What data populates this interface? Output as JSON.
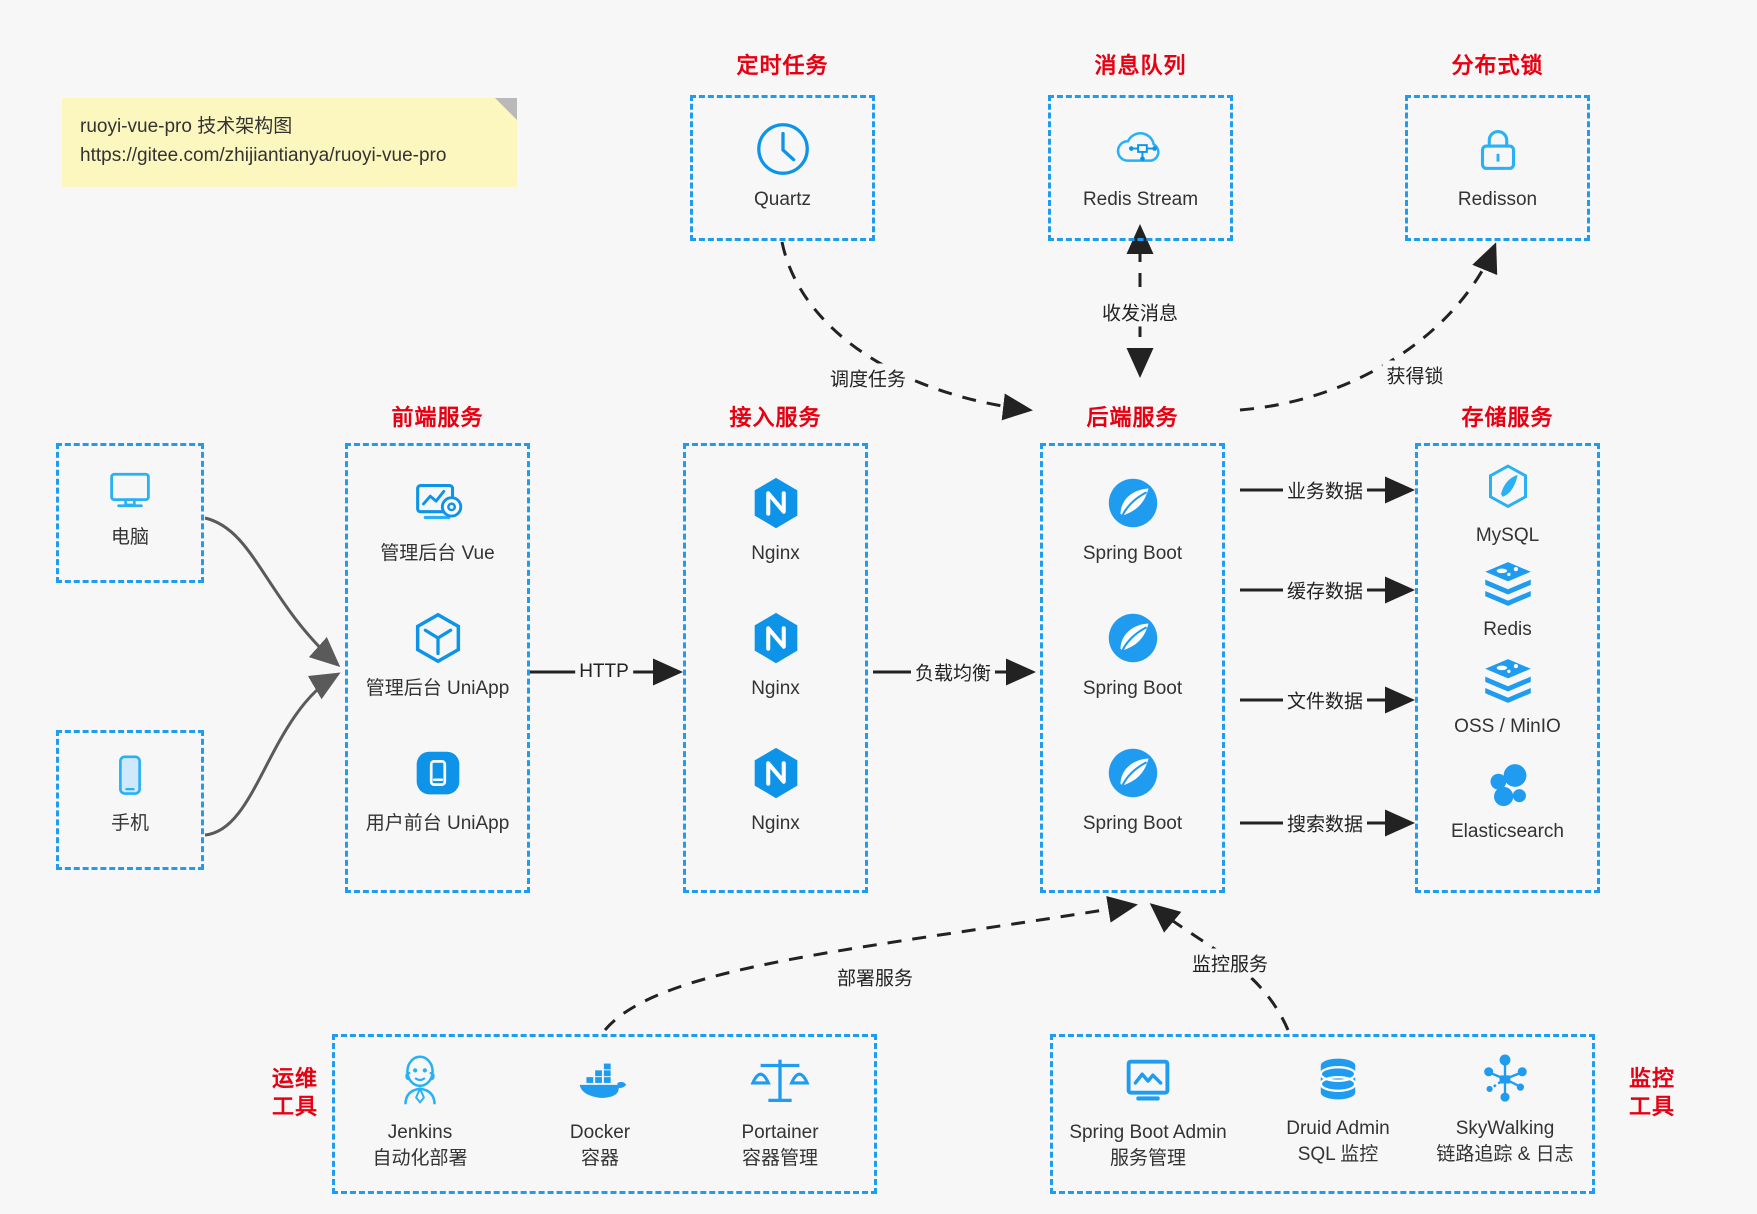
{
  "note": {
    "line1": "ruoyi-vue-pro 技术架构图",
    "line2": "https://gitee.com/zhijiantianya/ruoyi-vue-pro"
  },
  "colors": {
    "accent_blue": "#1f9cf0",
    "icon_blue": "#0d94e8",
    "title_red": "#e60012",
    "background": "#f7f7f7",
    "note_yellow": "#fcf7bf",
    "edge_gray": "#5a5a5a",
    "edge_black": "#222222"
  },
  "groups": {
    "scheduler": {
      "title": "定时任务",
      "nodes": [
        {
          "label": "Quartz",
          "icon": "clock-icon"
        }
      ]
    },
    "mq": {
      "title": "消息队列",
      "nodes": [
        {
          "label": "Redis Stream",
          "icon": "cloud-network-icon"
        }
      ]
    },
    "lock": {
      "title": "分布式锁",
      "nodes": [
        {
          "label": "Redisson",
          "icon": "lock-icon"
        }
      ]
    },
    "clients": {
      "nodes": [
        {
          "label": "电脑",
          "icon": "desktop-icon"
        },
        {
          "label": "手机",
          "icon": "mobile-icon"
        }
      ]
    },
    "frontend": {
      "title": "前端服务",
      "nodes": [
        {
          "label": "管理后台 Vue",
          "icon": "dashboard-gear-icon"
        },
        {
          "label": "管理后台 UniApp",
          "icon": "cube-icon"
        },
        {
          "label": "用户前台 UniApp",
          "icon": "phone-app-icon"
        }
      ]
    },
    "gateway": {
      "title": "接入服务",
      "nodes": [
        {
          "label": "Nginx",
          "icon": "nginx-icon"
        },
        {
          "label": "Nginx",
          "icon": "nginx-icon"
        },
        {
          "label": "Nginx",
          "icon": "nginx-icon"
        }
      ]
    },
    "backend": {
      "title": "后端服务",
      "nodes": [
        {
          "label": "Spring Boot",
          "icon": "spring-leaf-icon"
        },
        {
          "label": "Spring Boot",
          "icon": "spring-leaf-icon"
        },
        {
          "label": "Spring Boot",
          "icon": "spring-leaf-icon"
        }
      ]
    },
    "storage": {
      "title": "存储服务",
      "nodes": [
        {
          "label": "MySQL",
          "icon": "mysql-dolphin-icon"
        },
        {
          "label": "Redis",
          "icon": "redis-stack-icon"
        },
        {
          "label": "OSS / MinIO",
          "icon": "redis-stack-icon"
        },
        {
          "label": "Elasticsearch",
          "icon": "elasticsearch-icon"
        }
      ]
    },
    "devops": {
      "title_line1": "运维",
      "title_line2": "工具",
      "nodes": [
        {
          "name": "Jenkins",
          "desc": "自动化部署",
          "icon": "jenkins-butler-icon"
        },
        {
          "name": "Docker",
          "desc": "容器",
          "icon": "docker-whale-icon"
        },
        {
          "name": "Portainer",
          "desc": "容器管理",
          "icon": "scales-icon"
        }
      ]
    },
    "monitoring": {
      "title_line1": "监控",
      "title_line2": "工具",
      "nodes": [
        {
          "name": "Spring Boot Admin",
          "desc": "服务管理",
          "icon": "monitor-chart-icon"
        },
        {
          "name": "Druid Admin",
          "desc": "SQL 监控",
          "icon": "database-icon"
        },
        {
          "name": "SkyWalking",
          "desc": "链路追踪 & 日志",
          "icon": "skywalking-node-icon"
        }
      ]
    }
  },
  "edges": [
    {
      "id": "sched-to-backend",
      "label": "调度任务"
    },
    {
      "id": "mq-backend",
      "label": "收发消息"
    },
    {
      "id": "backend-to-lock",
      "label": "获得锁"
    },
    {
      "id": "front-to-gateway",
      "label": "HTTP"
    },
    {
      "id": "gateway-to-backend",
      "label": "负载均衡"
    },
    {
      "id": "backend-to-mysql",
      "label": "业务数据"
    },
    {
      "id": "backend-to-redis",
      "label": "缓存数据"
    },
    {
      "id": "backend-to-oss",
      "label": "文件数据"
    },
    {
      "id": "backend-to-es",
      "label": "搜索数据"
    },
    {
      "id": "devops-to-backend",
      "label": "部署服务"
    },
    {
      "id": "monitor-to-backend",
      "label": "监控服务"
    }
  ]
}
